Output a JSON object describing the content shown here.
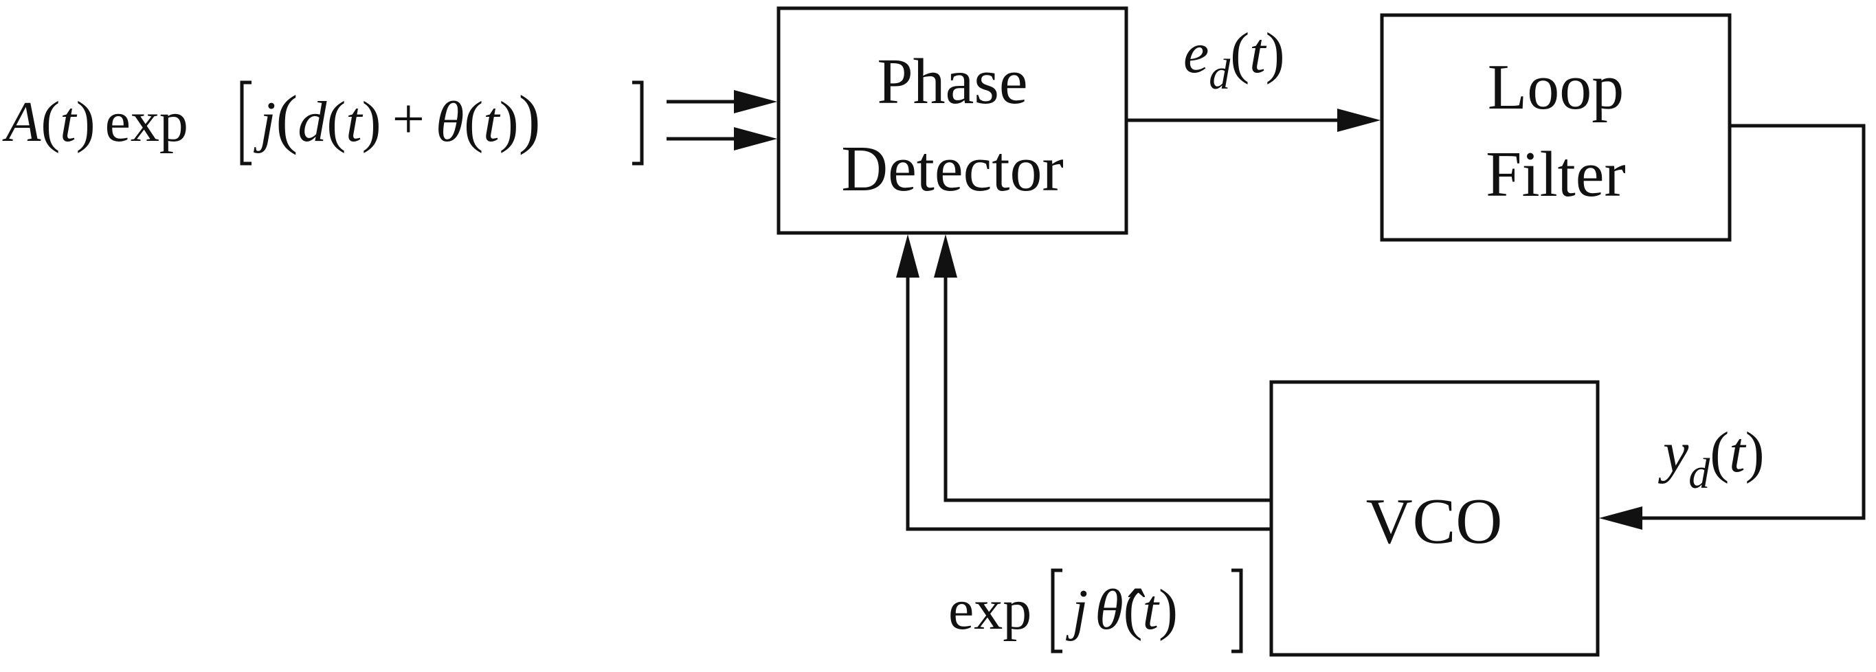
{
  "blocks": {
    "phase_detector": {
      "line1": "Phase",
      "line2": "Detector"
    },
    "loop_filter": {
      "line1": "Loop",
      "line2": "Filter"
    },
    "vco": {
      "label": "VCO"
    }
  },
  "signals": {
    "input": {
      "A": "A",
      "t1": "t",
      "exp": "exp",
      "j": "j",
      "d": "d",
      "t2": "t",
      "plus": "+",
      "theta": "θ",
      "t3": "t"
    },
    "error": {
      "e": "e",
      "sub": "d",
      "t": "t"
    },
    "control": {
      "y": "y",
      "sub": "d",
      "t": "t"
    },
    "feedback": {
      "exp": "exp",
      "j": "j",
      "theta_hat": "θ̂",
      "t": "t"
    }
  }
}
